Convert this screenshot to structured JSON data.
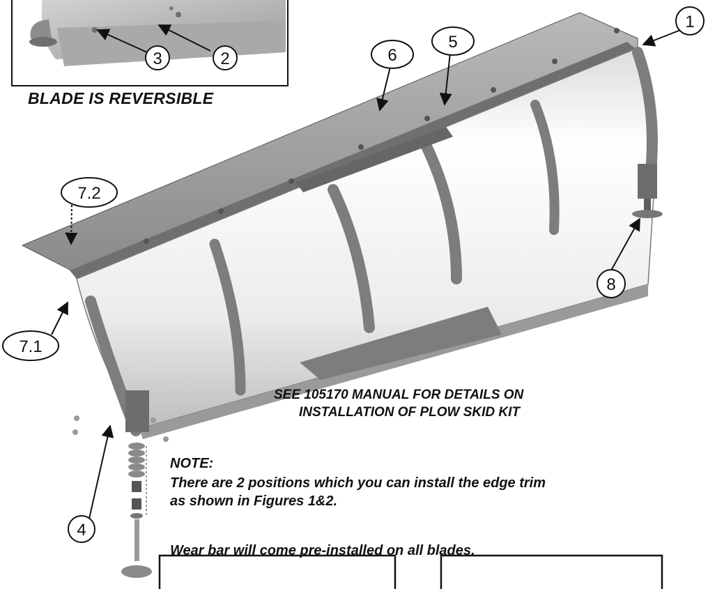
{
  "inset": {
    "caption": "BLADE IS REVERSIBLE"
  },
  "callouts": {
    "c1": "1",
    "c2": "2",
    "c3": "3",
    "c4": "4",
    "c5": "5",
    "c6": "6",
    "c71": "7.1",
    "c72": "7.2",
    "c8": "8"
  },
  "instructions": {
    "see_line1": "SEE 105170 MANUAL FOR DETAILS ON",
    "see_line2": "INSTALLATION OF PLOW SKID KIT",
    "note_heading": "NOTE:",
    "note_line1": "There are 2 positions which you can install the edge trim",
    "note_line2": "as shown in Figures 1&2.",
    "note_line3": "Wear bar will come pre-installed on all blades."
  },
  "colors": {
    "blade_face": "#f3f3f3",
    "blade_metal": "#8f8f8f",
    "rib": "#7d7d7d",
    "outline": "#111111"
  }
}
